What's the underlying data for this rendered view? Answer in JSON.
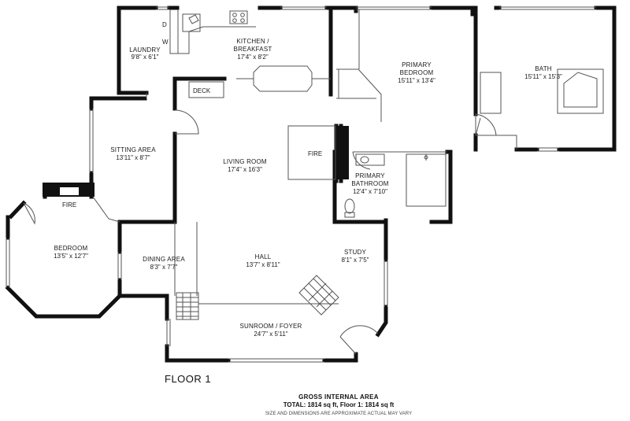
{
  "rooms": [
    {
      "id": "laundry",
      "name": "LAUNDRY",
      "dims": "9'8\" x 6'1\""
    },
    {
      "id": "kitchen",
      "name": "KITCHEN /",
      "name2": "BREAKFAST",
      "dims": "17'4\" x 8'2\""
    },
    {
      "id": "primary-bedroom",
      "name": "PRIMARY",
      "name2": "BEDROOM",
      "dims": "15'11\" x 13'4\""
    },
    {
      "id": "bath",
      "name": "BATH",
      "dims": "15'11\" x 15'3\""
    },
    {
      "id": "sitting-area",
      "name": "SITTING AREA",
      "dims": "13'11\" x 8'7\""
    },
    {
      "id": "living-room",
      "name": "LIVING ROOM",
      "dims": "17'4\" x 16'3\""
    },
    {
      "id": "primary-bathroom",
      "name": "PRIMARY",
      "name2": "BATHROOM",
      "dims": "12'4\" x 7'10\""
    },
    {
      "id": "bedroom",
      "name": "BEDROOM",
      "dims": "13'5\" x 12'7\""
    },
    {
      "id": "dining-area",
      "name": "DINING AREA",
      "dims": "8'3\" x 7'7\""
    },
    {
      "id": "hall",
      "name": "HALL",
      "dims": "13'7\" x 8'11\""
    },
    {
      "id": "study",
      "name": "STUDY",
      "dims": "8'1\" x 7'5\""
    },
    {
      "id": "sunroom",
      "name": "SUNROOM / FOYER",
      "dims": "24'7\" x 5'11\""
    }
  ],
  "labels": {
    "deck": "DECK",
    "fire": "FIRE",
    "dryer": "D",
    "washer": "W"
  },
  "floor_label": "FLOOR 1",
  "area": {
    "title": "GROSS INTERNAL AREA",
    "total": "TOTAL: 1814 sq ft, Floor 1: 1814 sq ft",
    "note": "SIZE AND DIMENSIONS ARE APPROXIMATE ACTUAL MAY VARY"
  }
}
